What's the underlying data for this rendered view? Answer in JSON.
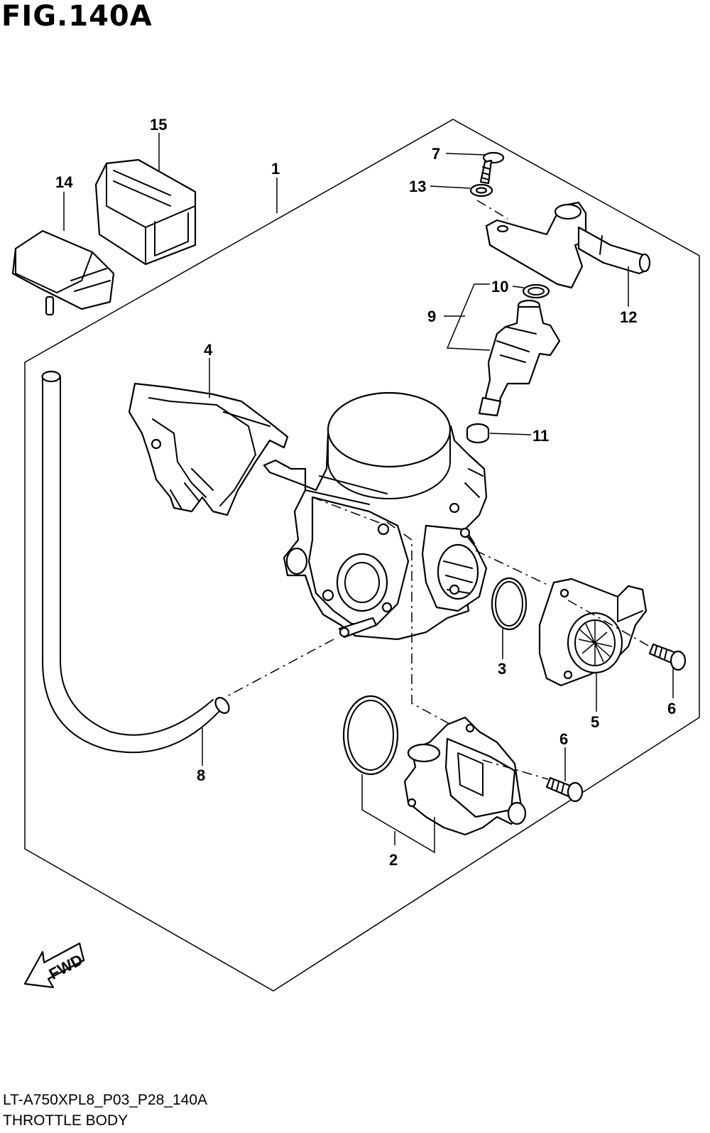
{
  "figure": {
    "title": "FIG.140A",
    "code": "LT-A750XPL8_P03_P28_140A",
    "name": "THROTTLE BODY"
  },
  "fwd_label": "FWD",
  "callouts": [
    "1",
    "2",
    "3",
    "4",
    "5",
    "6",
    "6",
    "7",
    "8",
    "9",
    "10",
    "11",
    "12",
    "13",
    "14",
    "15"
  ]
}
